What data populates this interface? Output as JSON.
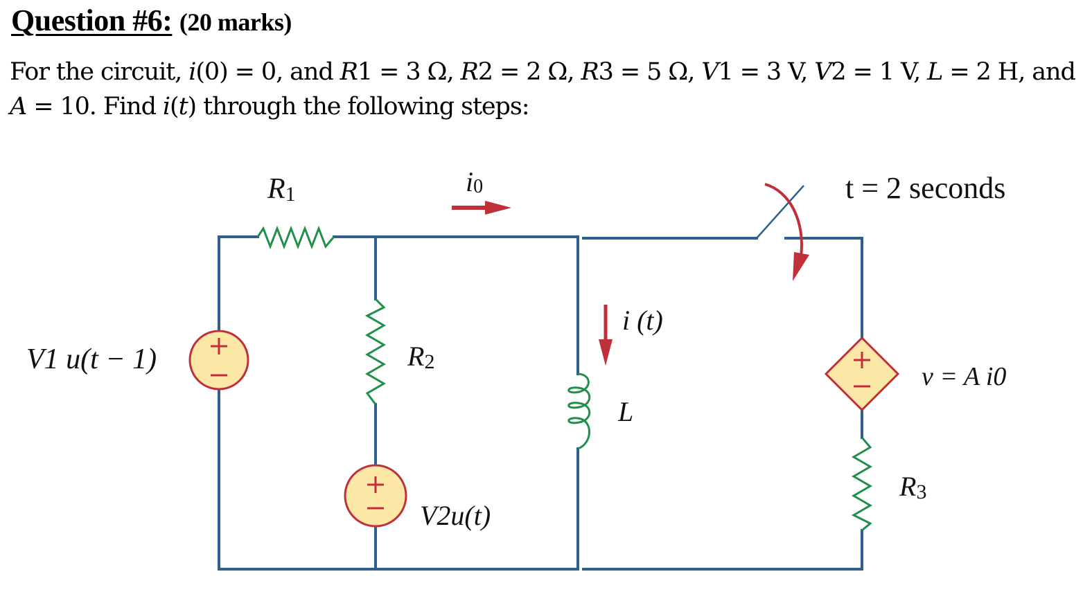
{
  "question": {
    "number_label": "Question #6:",
    "marks_label": "(20 marks)"
  },
  "problem": {
    "line1": [
      {
        "t": "For the circuit, ",
        "i": false
      },
      {
        "t": "i",
        "i": true
      },
      {
        "t": "(0) = 0, and ",
        "i": false
      },
      {
        "t": "R",
        "i": true
      },
      {
        "t": "1 = 3 Ω, ",
        "i": false
      },
      {
        "t": "R",
        "i": true
      },
      {
        "t": "2 = 2 Ω, ",
        "i": false
      },
      {
        "t": "R",
        "i": true
      },
      {
        "t": "3 = 5 Ω, ",
        "i": false
      },
      {
        "t": "V",
        "i": true
      },
      {
        "t": "1 = 3 V, ",
        "i": false
      },
      {
        "t": "V",
        "i": true
      },
      {
        "t": "2 = 1 V, ",
        "i": false
      },
      {
        "t": "L",
        "i": true
      },
      {
        "t": " = 2 H, and",
        "i": false
      }
    ],
    "line2": [
      {
        "t": "A",
        "i": true
      },
      {
        "t": " = 10. Find ",
        "i": false
      },
      {
        "t": "i",
        "i": true
      },
      {
        "t": "(",
        "i": false
      },
      {
        "t": "t",
        "i": true
      },
      {
        "t": ") through the following steps:",
        "i": false
      }
    ]
  },
  "given": {
    "i0_initial": "0",
    "R1": "3 Ω",
    "R2": "2 Ω",
    "R3": "5 Ω",
    "V1": "3 V",
    "V2": "1 V",
    "L": "2 H",
    "A": "10"
  },
  "circuit": {
    "labels": {
      "r1": {
        "main": "R",
        "sub": "1"
      },
      "r2": {
        "main": "R",
        "sub": "2"
      },
      "r3": {
        "main": "R",
        "sub": "3"
      },
      "io": {
        "main": "i",
        "sub": "0"
      },
      "it": "i (t)",
      "l": "L",
      "switch_time": "t = 2 seconds",
      "v1_source": "V1 u(t − 1)",
      "v2_source": "V2u(t)",
      "dep_source": "v =  A i0"
    },
    "colors": {
      "wire": "#2f5f8f",
      "resistor": "#1f8f4a",
      "inductor": "#1f8f4a",
      "arrow": "#c0303a",
      "source_fill": "#fde7a6",
      "source_stroke": "#c0303a"
    }
  }
}
